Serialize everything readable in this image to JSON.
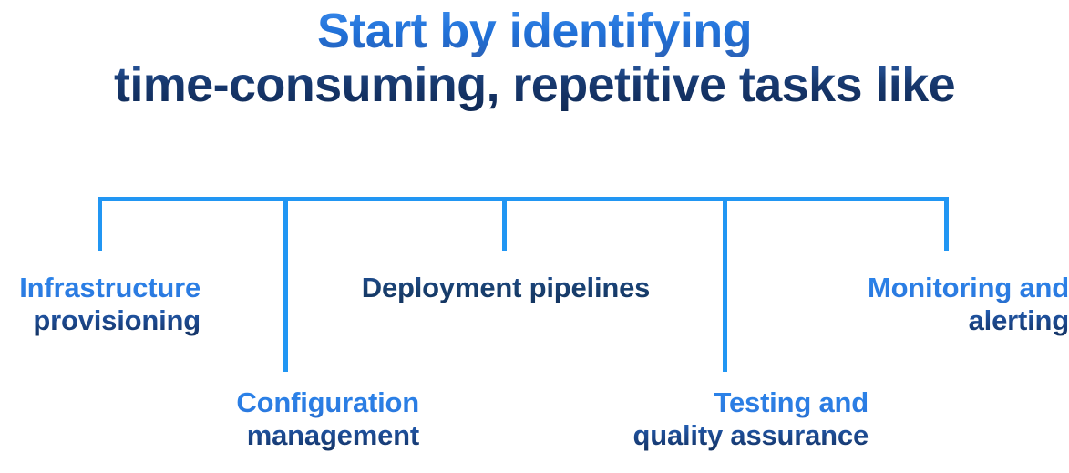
{
  "heading": {
    "line_1": "Start by identifying",
    "line_2": "time-consuming, repetitive tasks like"
  },
  "colors": {
    "accent_blue": "#2196f3",
    "heading_blue": "#2979e0",
    "heading_navy": "#16366b",
    "label_blue": "#2b7ae0",
    "label_navy": "#13315f",
    "background": "#ffffff"
  },
  "branches": [
    {
      "id": "infrastructure-provisioning",
      "line_1": "Infrastructure",
      "line_2": "provisioning",
      "stem": "short",
      "row": 1
    },
    {
      "id": "configuration-management",
      "line_1": "Configuration",
      "line_2": "management",
      "stem": "long",
      "row": 2
    },
    {
      "id": "deployment-pipelines",
      "line_1": "Deployment pipelines",
      "line_2": "",
      "stem": "short",
      "row": 1
    },
    {
      "id": "testing-quality-assurance",
      "line_1": "Testing and",
      "line_2": "quality assurance",
      "stem": "long",
      "row": 2
    },
    {
      "id": "monitoring-alerting",
      "line_1": "Monitoring and",
      "line_2": "alerting",
      "stem": "short",
      "row": 1
    }
  ]
}
